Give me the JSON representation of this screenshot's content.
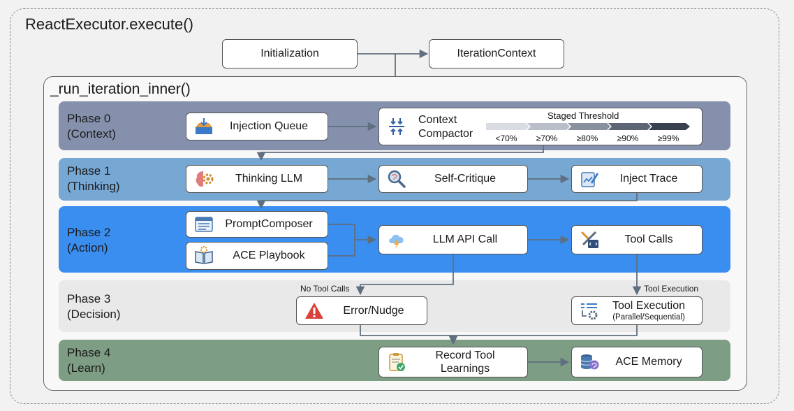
{
  "outer": {
    "title": "ReactExecutor.execute()"
  },
  "top": {
    "init_label": "Initialization",
    "iter_ctx_label": "IterationContext"
  },
  "inner": {
    "title": "_run_iteration_inner()"
  },
  "phases": [
    {
      "name": "Phase 0",
      "sub": "(Context)"
    },
    {
      "name": "Phase 1",
      "sub": "(Thinking)"
    },
    {
      "name": "Phase 2",
      "sub": "(Action)"
    },
    {
      "name": "Phase 3",
      "sub": "(Decision)"
    },
    {
      "name": "Phase 4",
      "sub": "(Learn)"
    }
  ],
  "phase0": {
    "injection_queue": "Injection Queue",
    "compactor_line1": "Context",
    "compactor_line2": "Compactor",
    "threshold": {
      "title": "Staged Threshold",
      "stages": [
        "<70%",
        "≥70%",
        "≥80%",
        "≥90%",
        "≥99%"
      ]
    }
  },
  "phase1": {
    "thinking": "Thinking LLM",
    "critique": "Self-Critique",
    "trace": "Inject Trace"
  },
  "phase2": {
    "prompt_composer": "PromptComposer",
    "ace_playbook": "ACE Playbook",
    "llm_call": "LLM API Call",
    "tool_calls": "Tool Calls"
  },
  "phase3": {
    "no_tool_calls": "No Tool Calls",
    "tool_execution_label": "Tool Execution",
    "error_nudge": "Error/Nudge",
    "tool_exec_line1": "Tool Execution",
    "tool_exec_line2": "(Parallel/Sequential)"
  },
  "phase4": {
    "record_line1": "Record Tool",
    "record_line2": "Learnings",
    "ace_memory": "ACE Memory"
  },
  "icons": [
    "inbox-tray-icon",
    "compress-icon",
    "brain-gear-icon",
    "magnifier-brain-icon",
    "notepad-pen-icon",
    "document-window-icon",
    "open-book-gear-icon",
    "cloud-lightning-icon",
    "tools-code-icon",
    "warning-triangle-icon",
    "list-gear-icon",
    "clipboard-check-icon",
    "database-brain-icon"
  ],
  "colors": {
    "phase0": "#8591ac",
    "phase1": "#77a8d4",
    "phase2": "#3a8ef0",
    "phase3": "#e9e9e9",
    "phase4": "#7d9d84",
    "arrow": "#5f6f80"
  }
}
